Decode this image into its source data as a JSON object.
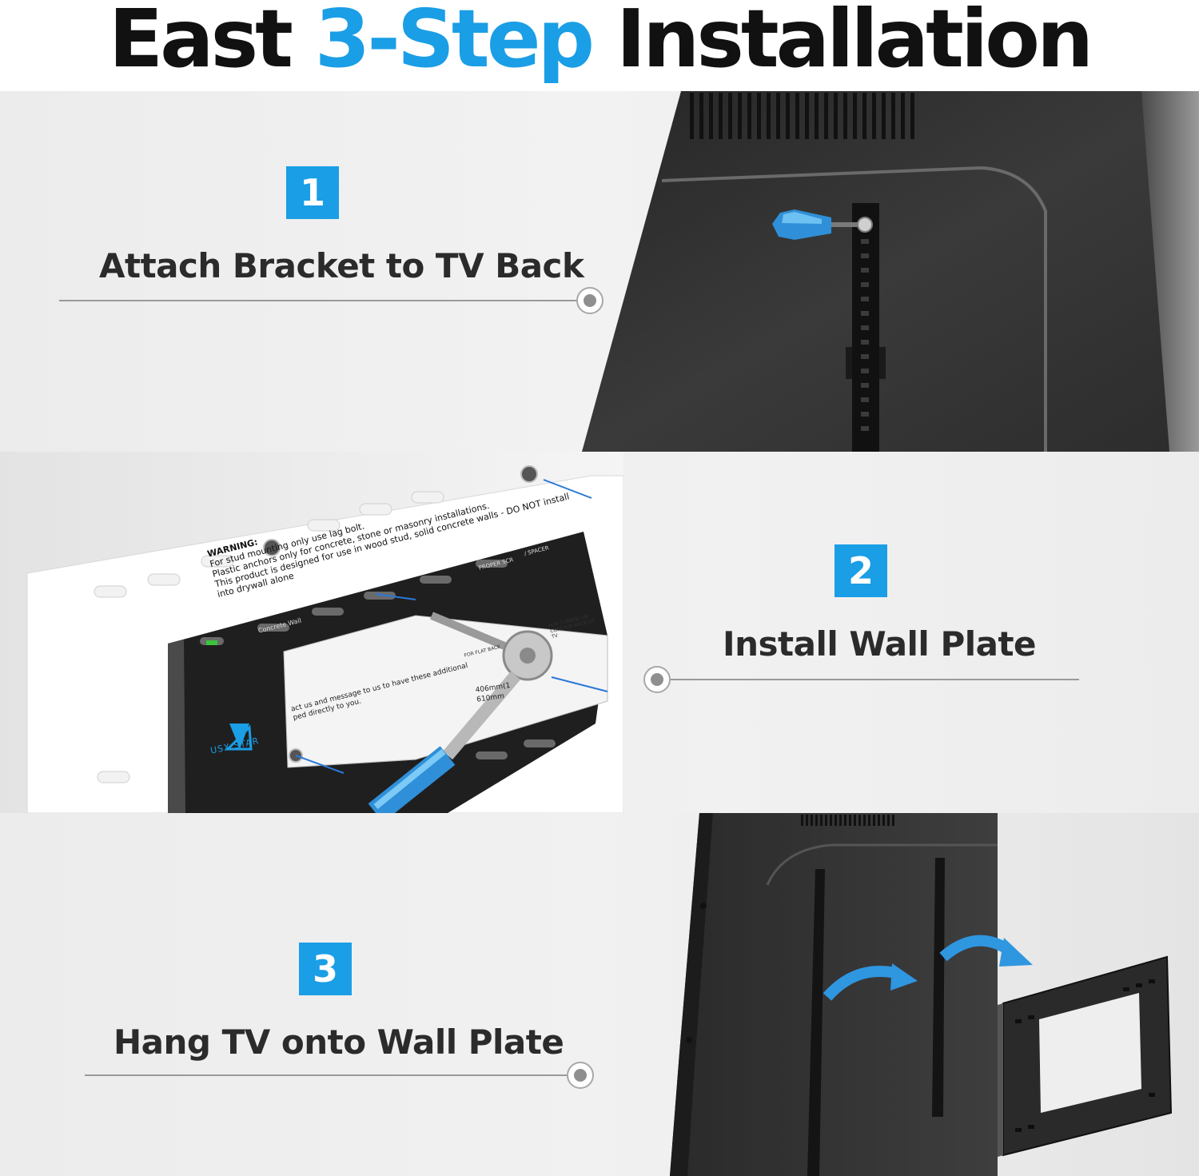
{
  "header": {
    "title_part1": "East ",
    "title_accent": "3-Step",
    "title_part2": " Installation"
  },
  "steps": [
    {
      "number": "1",
      "title": "Attach Bracket to TV Back"
    },
    {
      "number": "2",
      "title": "Install Wall Plate"
    },
    {
      "number": "3",
      "title": "Hang TV onto Wall Plate"
    }
  ],
  "wall_plate_sticker": {
    "warning_heading": "WARNING:",
    "warning_line1": "For stud mounting only use lag bolt.",
    "warning_line2": "Plastic anchors only for concrete, stone or masonry installations.",
    "warning_line3": "This product is designed for use in wood stud, solid concrete walls - DO NOT install into drywall alone",
    "label_concrete_wall": "Concrete Wall",
    "label_proper_screw": "PROPER SCR",
    "label_spacer": "/ SPACER",
    "label_flat_back": "FOR FLAT BACK",
    "label_curved_back": "FOR CURVED OR CONCAVE BACK OF TV",
    "note_line1": "act us and message to us to have these additional",
    "note_line2": "ped directly to you.",
    "dim_1": "406mm(1",
    "dim_2": "610mm"
  },
  "brand": {
    "name": "USX STAR"
  },
  "colors": {
    "accent": "#1a9ee6",
    "text_dark": "#111111",
    "tv_body": "#2e2e2e"
  }
}
